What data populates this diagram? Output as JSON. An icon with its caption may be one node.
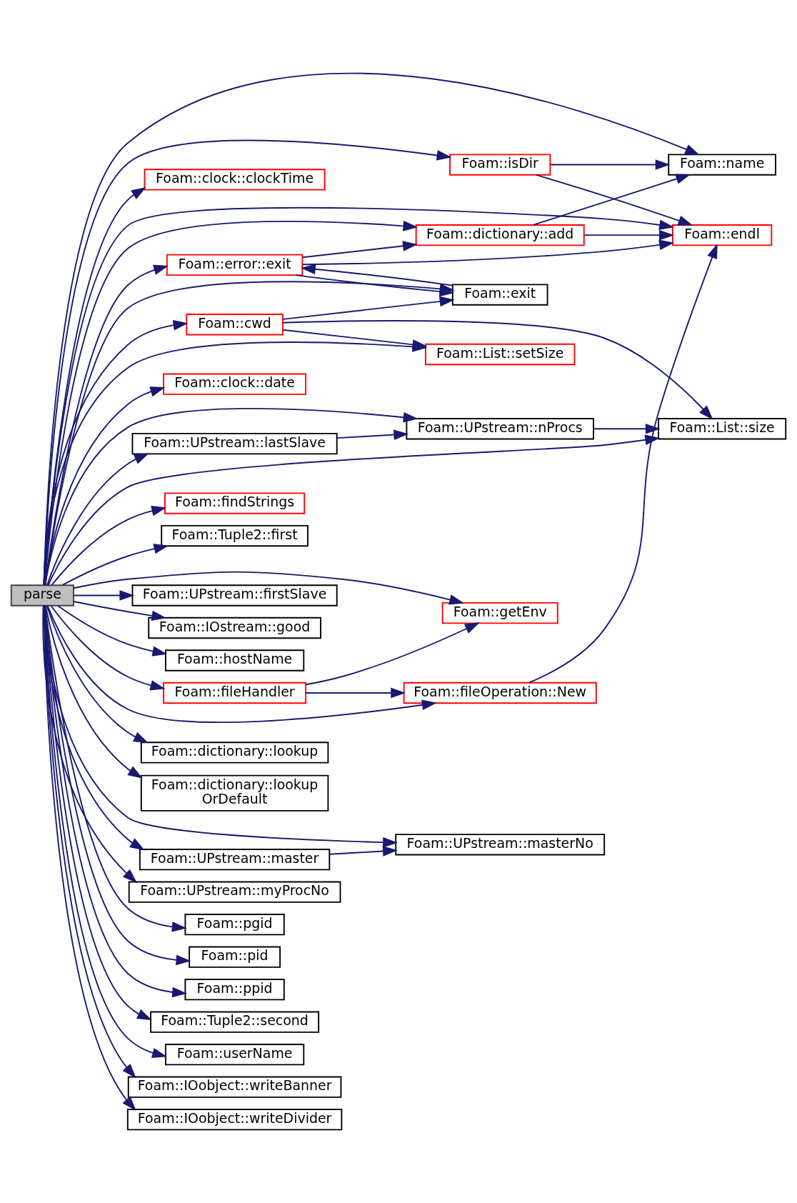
{
  "diagram": {
    "nodes": [
      {
        "text": [
          "parse"
        ]
      },
      {
        "text": [
          "Foam::name"
        ]
      },
      {
        "text": [
          "Foam::isDir"
        ]
      },
      {
        "text": [
          "Foam::clock::clockTime"
        ]
      },
      {
        "text": [
          "Foam::dictionary::add"
        ]
      },
      {
        "text": [
          "Foam::endl"
        ]
      },
      {
        "text": [
          "Foam::error::exit"
        ]
      },
      {
        "text": [
          "Foam::exit"
        ]
      },
      {
        "text": [
          "Foam::cwd"
        ]
      },
      {
        "text": [
          "Foam::List::setSize"
        ]
      },
      {
        "text": [
          "Foam::clock::date"
        ]
      },
      {
        "text": [
          "Foam::UPstream::nProcs"
        ]
      },
      {
        "text": [
          "Foam::List::size"
        ]
      },
      {
        "text": [
          "Foam::UPstream::lastSlave"
        ]
      },
      {
        "text": [
          "Foam::findStrings"
        ]
      },
      {
        "text": [
          "Foam::Tuple2::first"
        ]
      },
      {
        "text": [
          "Foam::getEnv"
        ]
      },
      {
        "text": [
          "Foam::UPstream::firstSlave"
        ]
      },
      {
        "text": [
          "Foam::IOstream::good"
        ]
      },
      {
        "text": [
          "Foam::hostName"
        ]
      },
      {
        "text": [
          "Foam::fileHandler"
        ]
      },
      {
        "text": [
          "Foam::fileOperation::New"
        ]
      },
      {
        "text": [
          "Foam::dictionary::lookup"
        ]
      },
      {
        "text": [
          "Foam::dictionary::lookup OrDefault"
        ]
      },
      {
        "text": [
          "Foam::UPstream::masterNo"
        ]
      },
      {
        "text": [
          "Foam::UPstream::master"
        ]
      },
      {
        "text": [
          "Foam::UPstream::myProcNo"
        ]
      },
      {
        "text": [
          "Foam::pgid"
        ]
      },
      {
        "text": [
          "Foam::pid"
        ]
      },
      {
        "text": [
          "Foam::ppid"
        ]
      },
      {
        "text": [
          "Foam::Tuple2::second"
        ]
      },
      {
        "text": [
          "Foam::userName"
        ]
      },
      {
        "text": [
          "Foam::IOobject::writeBanner"
        ]
      },
      {
        "text": [
          "Foam::IOobject::writeDivider"
        ]
      }
    ],
    "edges": [
      {
        "from": 0,
        "to": 1,
        "arrow": "to"
      },
      {
        "from": 0,
        "to": 2,
        "arrow": "to"
      },
      {
        "from": 0,
        "to": 4,
        "arrow": "to"
      },
      {
        "from": 0,
        "to": 3,
        "arrow": "to"
      },
      {
        "from": 0,
        "to": 6,
        "arrow": "to"
      },
      {
        "from": 0,
        "to": 7,
        "arrow": "to"
      },
      {
        "from": 0,
        "to": 8,
        "arrow": "to"
      },
      {
        "from": 0,
        "to": 9,
        "arrow": "to"
      },
      {
        "from": 0,
        "to": 11,
        "arrow": "to"
      },
      {
        "from": 0,
        "to": 10,
        "arrow": "to"
      },
      {
        "from": 0,
        "to": 13,
        "arrow": "to"
      },
      {
        "from": 0,
        "to": 12,
        "arrow": "to"
      },
      {
        "from": 0,
        "to": 16,
        "arrow": "to"
      },
      {
        "from": 0,
        "to": 14,
        "arrow": "to"
      },
      {
        "from": 0,
        "to": 15,
        "arrow": "to"
      },
      {
        "from": 0,
        "to": 17,
        "arrow": "to"
      },
      {
        "from": 0,
        "to": 18,
        "arrow": "to"
      },
      {
        "from": 0,
        "to": 19,
        "arrow": "to"
      },
      {
        "from": 0,
        "to": 20,
        "arrow": "to"
      },
      {
        "from": 0,
        "to": 21,
        "arrow": "to"
      },
      {
        "from": 0,
        "to": 5,
        "arrow": "to"
      },
      {
        "from": 0,
        "to": 22,
        "arrow": "to"
      },
      {
        "from": 0,
        "to": 23,
        "arrow": "to"
      },
      {
        "from": 0,
        "to": 24,
        "arrow": "to"
      },
      {
        "from": 0,
        "to": 25,
        "arrow": "to"
      },
      {
        "from": 0,
        "to": 26,
        "arrow": "to"
      },
      {
        "from": 0,
        "to": 27,
        "arrow": "to"
      },
      {
        "from": 0,
        "to": 28,
        "arrow": "to"
      },
      {
        "from": 0,
        "to": 29,
        "arrow": "to"
      },
      {
        "from": 0,
        "to": 30,
        "arrow": "to"
      },
      {
        "from": 0,
        "to": 31,
        "arrow": "to"
      },
      {
        "from": 0,
        "to": 32,
        "arrow": "to"
      },
      {
        "from": 0,
        "to": 33,
        "arrow": "to"
      },
      {
        "from": 2,
        "to": 1,
        "arrow": "to"
      },
      {
        "from": 2,
        "to": 5,
        "arrow": "to"
      },
      {
        "from": 4,
        "to": 1,
        "arrow": "to"
      },
      {
        "from": 4,
        "to": 5,
        "arrow": "to"
      },
      {
        "from": 6,
        "to": 4,
        "arrow": "to"
      },
      {
        "from": 6,
        "to": 7,
        "arrow": "to"
      },
      {
        "from": 7,
        "to": 6,
        "arrow": "to"
      },
      {
        "from": 6,
        "to": 5,
        "arrow": "to"
      },
      {
        "from": 8,
        "to": 7,
        "arrow": "to"
      },
      {
        "from": 8,
        "to": 9,
        "arrow": "to"
      },
      {
        "from": 8,
        "to": 12,
        "arrow": "to"
      },
      {
        "from": 11,
        "to": 12,
        "arrow": "to"
      },
      {
        "from": 13,
        "to": 11,
        "arrow": "to"
      },
      {
        "from": 20,
        "to": 16,
        "arrow": "to"
      },
      {
        "from": 20,
        "to": 21,
        "arrow": "to"
      },
      {
        "from": 21,
        "to": 5,
        "arrow": "to"
      },
      {
        "from": 25,
        "to": 24,
        "arrow": "to"
      }
    ]
  }
}
